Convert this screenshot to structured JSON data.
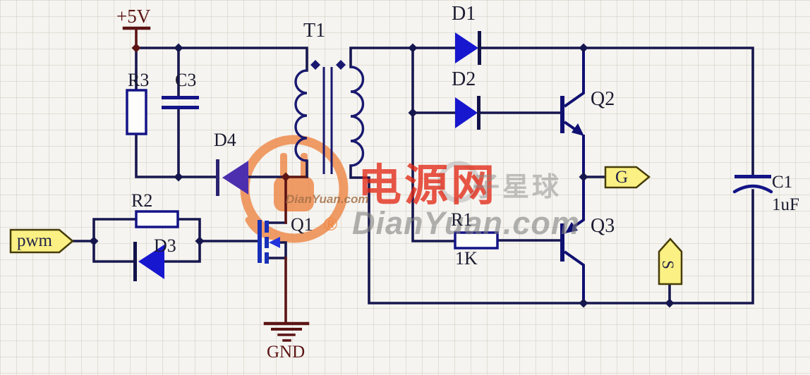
{
  "schematic": {
    "power": {
      "vcc": "+5V",
      "gnd": "GND"
    },
    "components": {
      "t1": "T1",
      "r3": "R3",
      "c3": "C3",
      "d4": "D4",
      "r2": "R2",
      "d3": "D3",
      "q1": "Q1",
      "d1": "D1",
      "d2": "D2",
      "q2": "Q2",
      "q3": "Q3",
      "r1": "R1",
      "r1_value": "1K",
      "c1": "C1",
      "c1_value": "1uF"
    },
    "ports": {
      "pwm": "pwm",
      "gate": "G",
      "source": "S"
    }
  },
  "watermark": {
    "cn_red": "电源网",
    "cn_gray": "子星球",
    "brand_small": "DianYuan.com",
    "brand_large": "DianYuan.com",
    "registered": "®"
  },
  "colors": {
    "wire_navy": "#17174f",
    "power_net_maroon": "#5c1414",
    "diode_blue": "#1717cf",
    "d4_purple": "#4c2fae",
    "transistor_blue": "#101072",
    "mosfet_blue": "#1830b8",
    "tag_fill": "#faf083",
    "tag_border": "#473c08",
    "watermark_red": "#e12814",
    "watermark_orange": "#ee8340",
    "watermark_gray": "#888888",
    "background": "#f5f4f0"
  }
}
